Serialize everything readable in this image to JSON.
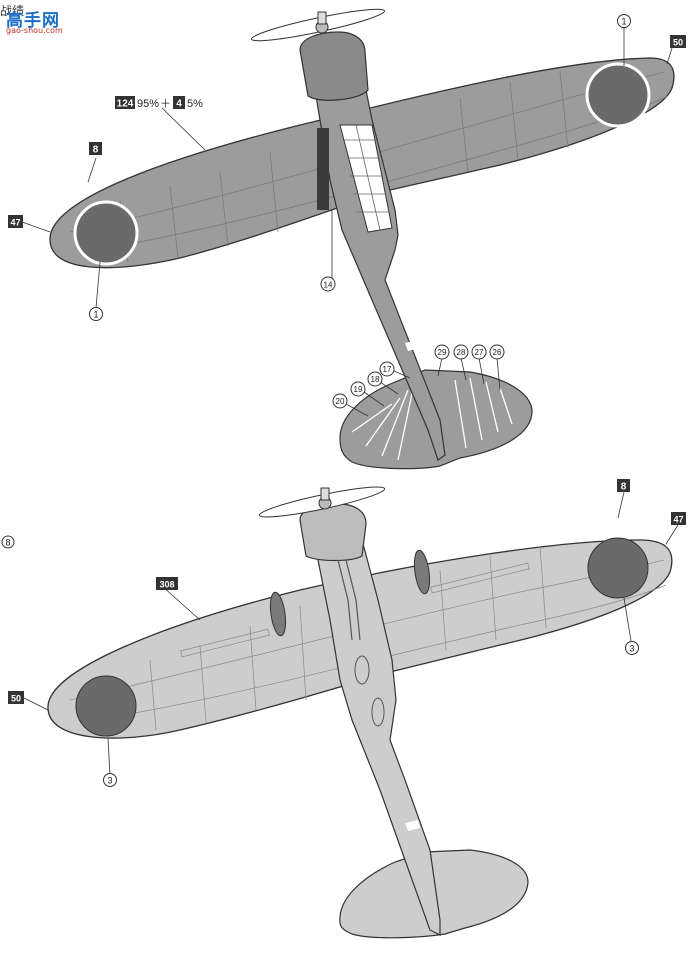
{
  "colors": {
    "paper": "#ffffff",
    "upper_surface": "#9c9c9c",
    "lower_surface": "#cdcdcd",
    "roundel": "#6a6a6a",
    "tag_fill": "#333333",
    "line": "#222222"
  },
  "header": {
    "corner_text": "战绩",
    "logo_text": "高手网",
    "logo_url": "gao-shou.com"
  },
  "top_view": {
    "paint_code": {
      "code_a": "124",
      "percent_a": "95%",
      "plus": "＋",
      "code_b": "4",
      "percent_b": "5%"
    },
    "tags": [
      "8",
      "47",
      "50"
    ],
    "circled": [
      "1",
      "1",
      "14",
      "17",
      "18",
      "19",
      "20",
      "29",
      "28",
      "27",
      "26"
    ]
  },
  "bottom_view": {
    "tags": [
      "8",
      "47",
      "50",
      "308"
    ],
    "circled": [
      "3",
      "3",
      "8"
    ]
  }
}
